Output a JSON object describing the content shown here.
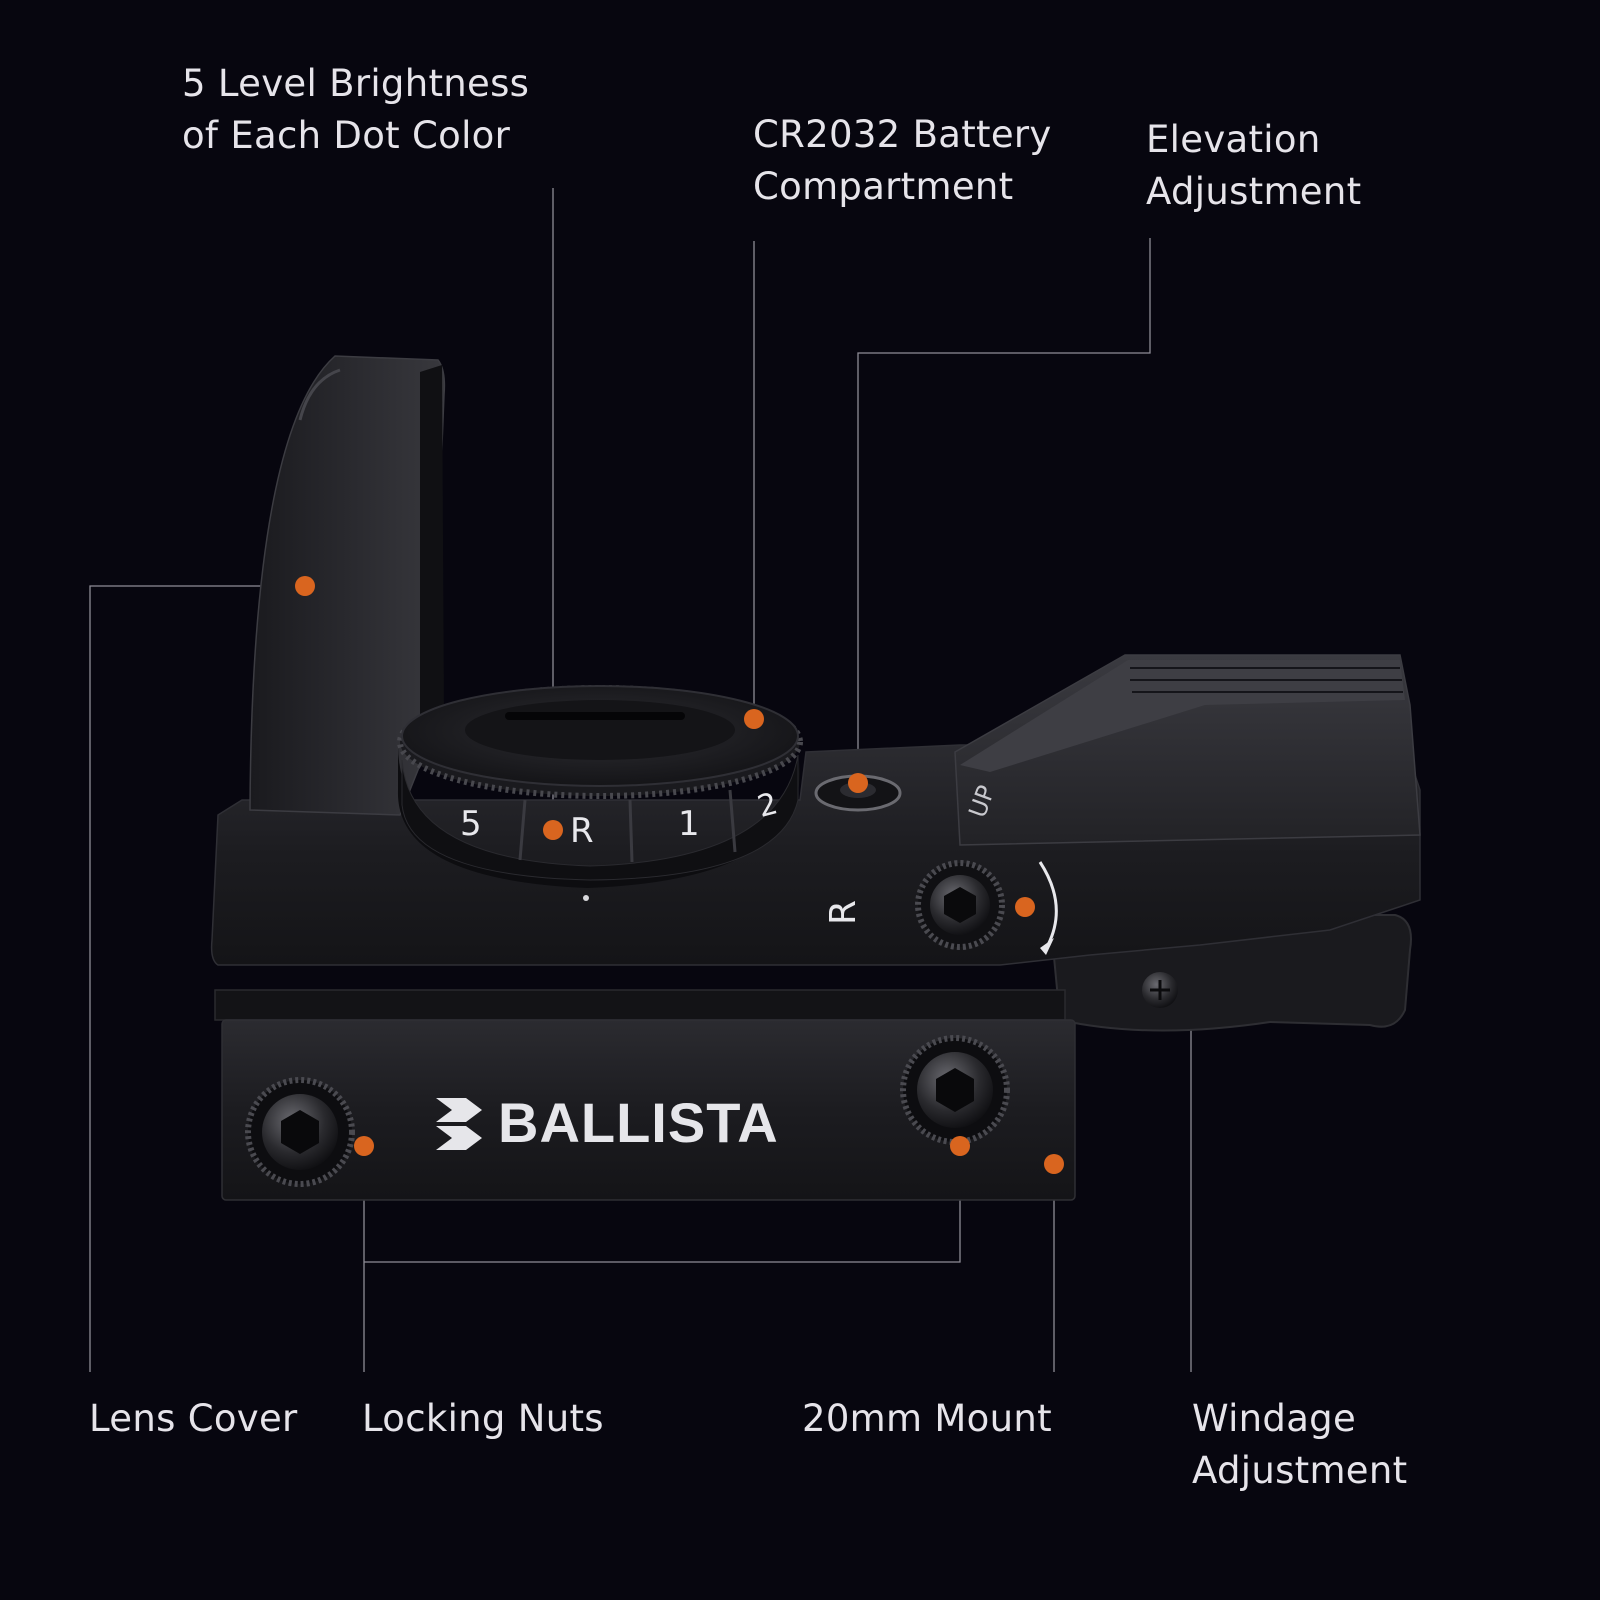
{
  "callouts": {
    "brightness": {
      "line1": "5 Level Brightness",
      "line2": "of Each Dot Color"
    },
    "battery": {
      "line1": "CR2032 Battery",
      "line2": "Compartment"
    },
    "elevation": {
      "line1": "Elevation",
      "line2": "Adjustment"
    },
    "lens_cover": {
      "line1": "Lens Cover"
    },
    "locking_nuts": {
      "line1": "Locking Nuts"
    },
    "mount": {
      "line1": "20mm Mount"
    },
    "windage": {
      "line1": "Windage",
      "line2": "Adjustment"
    }
  },
  "device": {
    "brand": "BALLISTA",
    "dial_marks": [
      "5",
      "R",
      "1",
      "2"
    ],
    "side_mark": "R",
    "up_mark": "UP"
  },
  "colors": {
    "background": "#07060f",
    "callout_dot": "#d9651f",
    "leader_line": "#8e8c96",
    "label_text": "#e6e4ea",
    "device_body": "#1d1d21"
  }
}
